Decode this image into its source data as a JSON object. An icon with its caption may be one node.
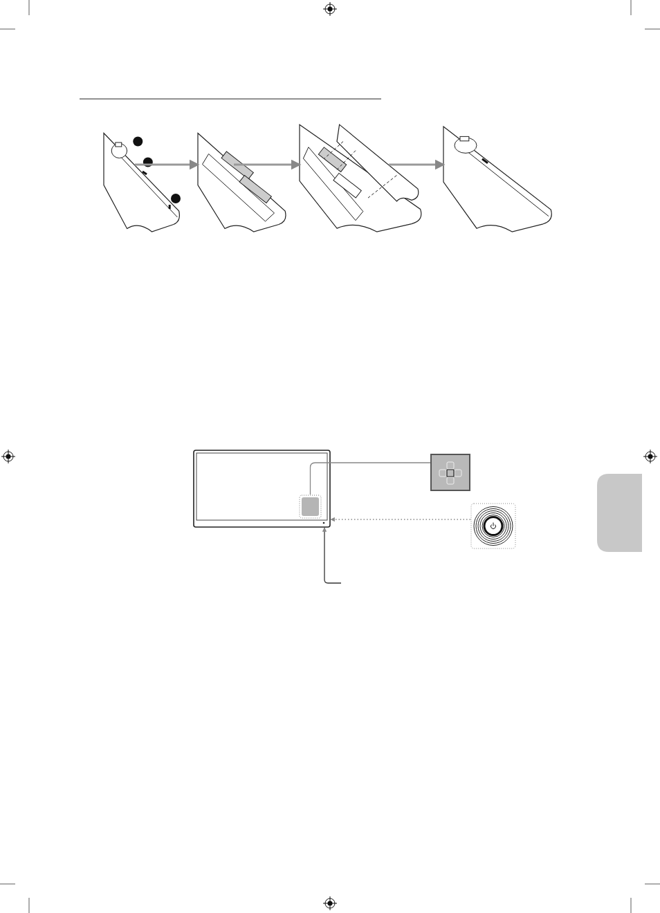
{
  "diagram": {
    "nodes": [
      {
        "text": [],
        "shape": "picture"
      },
      {
        "text": [],
        "shape": "picture"
      },
      {
        "text": [],
        "shape": "picture"
      },
      {
        "text": [],
        "shape": "picture"
      },
      {
        "text": [],
        "shape": "box"
      },
      {
        "text": [],
        "shape": "box",
        "in": 4
      },
      {
        "text": [],
        "shape": "box"
      },
      {
        "text": [],
        "shape": "box"
      },
      {
        "text": [],
        "shape": "box"
      }
    ],
    "edges": [
      {
        "from": 0,
        "to": 1,
        "arrow": "to"
      },
      {
        "from": 1,
        "to": 2,
        "arrow": "to"
      },
      {
        "from": 2,
        "to": 3,
        "arrow": "to"
      },
      {
        "from": 6,
        "to": 5,
        "arrow": "none"
      },
      {
        "from": 7,
        "to": 4,
        "arrow": "to",
        "style": "dashed"
      },
      {
        "from": null,
        "to": 4,
        "arrow": "to",
        "color": "#333333"
      }
    ]
  }
}
